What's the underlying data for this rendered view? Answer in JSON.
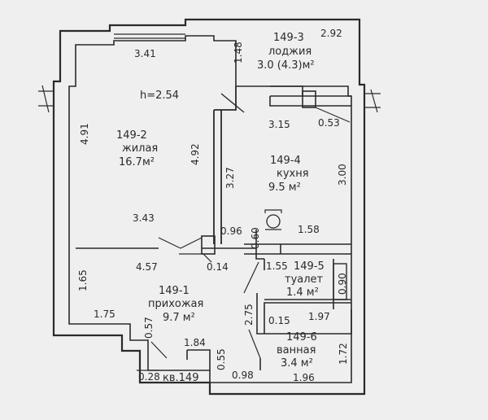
{
  "plan": {
    "height_note": "h=2.54",
    "apartment": "кв.149",
    "rooms": [
      {
        "id": "149-1",
        "name": "прихожая",
        "area": "9.7 м²"
      },
      {
        "id": "149-2",
        "name": "жилая",
        "area": "16.7м²"
      },
      {
        "id": "149-3",
        "name": "лоджия",
        "area": "3.0 (4.3)м²"
      },
      {
        "id": "149-4",
        "name": "кухня",
        "area": "9.5 м²"
      },
      {
        "id": "149-5",
        "name": "туалет",
        "area": "1.4 м²"
      },
      {
        "id": "149-6",
        "name": "ванная",
        "area": "3.4 м²"
      }
    ],
    "dims": {
      "living_top": "3.41",
      "living_left": "4.91",
      "living_right": "4.92",
      "living_bottom": "3.43",
      "loggia_side": "1.48",
      "loggia_width": "2.92",
      "kitchen_top": "3.15",
      "kitchen_small": "0.53",
      "kitchen_left": "3.27",
      "kitchen_right": "3.00",
      "kitchen_pillar": "0.96",
      "kitchen_bottom": "1.58",
      "kitchen_stub": "0.60",
      "hall_top": "4.57",
      "hall_stub": "0.14",
      "hall_left": "1.65",
      "hall_bottom": "1.75",
      "hall_corridor": "2.75",
      "hall_step": "0.57",
      "hall_entry": "1.84",
      "toilet_width": "1.55",
      "toilet_side": "0.90",
      "bath_stub": "0.15",
      "bath_top": "1.97",
      "bath_side": "1.72",
      "bath_bottom": "1.96",
      "entry_side": "0.55",
      "entry_width": "0.98",
      "entry_stub": "0.28"
    }
  }
}
